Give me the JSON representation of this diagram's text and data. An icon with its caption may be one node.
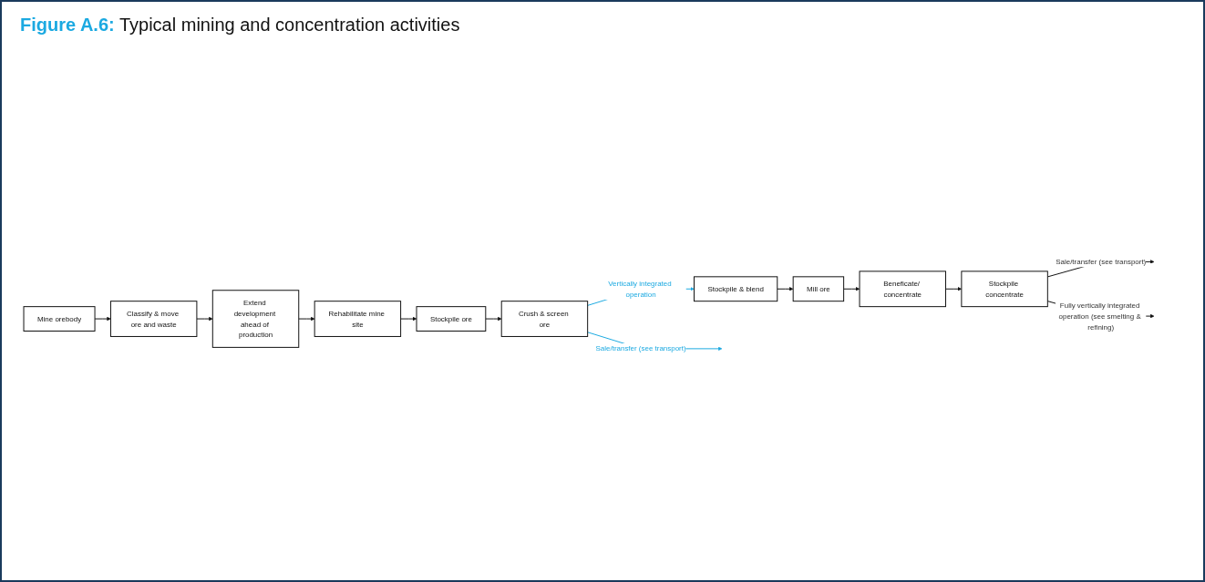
{
  "diagram": {
    "title": "**Figure A.6:** Typical mining and concentration activities",
    "nodes": [
      {
        "text": [
          "Mine orebody"
        ]
      },
      {
        "text": [
          "Classify & move ore and waste"
        ]
      },
      {
        "text": [
          "Extend development ahead of production"
        ]
      },
      {
        "text": [
          "Rehabilitate mine site"
        ]
      },
      {
        "text": [
          "Stockpile ore"
        ]
      },
      {
        "text": [
          "Crush & screen ore"
        ]
      },
      {
        "text": [
          "Stockpile & blend"
        ]
      },
      {
        "text": [
          "Mill ore"
        ]
      },
      {
        "text": [
          "Beneficate/ concentrate"
        ]
      },
      {
        "text": [
          "Stockpile concentrate"
        ]
      }
    ],
    "edges": [
      {
        "from": 0,
        "to": 1,
        "arrow": "to"
      },
      {
        "from": 1,
        "to": 2,
        "arrow": "to"
      },
      {
        "from": 2,
        "to": 3,
        "arrow": "to"
      },
      {
        "from": 3,
        "to": 4,
        "arrow": "to"
      },
      {
        "from": 4,
        "to": 5,
        "arrow": "to"
      },
      {
        "from": 5,
        "to": null,
        "arrow": "to",
        "label": "Sale/transfer (see transport)",
        "color": "#1ba9e1"
      },
      {
        "from": 5,
        "to": 6,
        "arrow": "to",
        "label": "Vertically integrated operation",
        "color": "#1ba9e1"
      },
      {
        "from": 6,
        "to": 7,
        "arrow": "to"
      },
      {
        "from": 7,
        "to": 8,
        "arrow": "to"
      },
      {
        "from": 8,
        "to": 9,
        "arrow": "to"
      },
      {
        "from": 9,
        "to": null,
        "arrow": "to",
        "label": "Sale/transfer (see transport)"
      },
      {
        "from": 9,
        "to": null,
        "arrow": "to",
        "label": "Fully vertically integrated operation (see smelting & refining)"
      }
    ]
  }
}
